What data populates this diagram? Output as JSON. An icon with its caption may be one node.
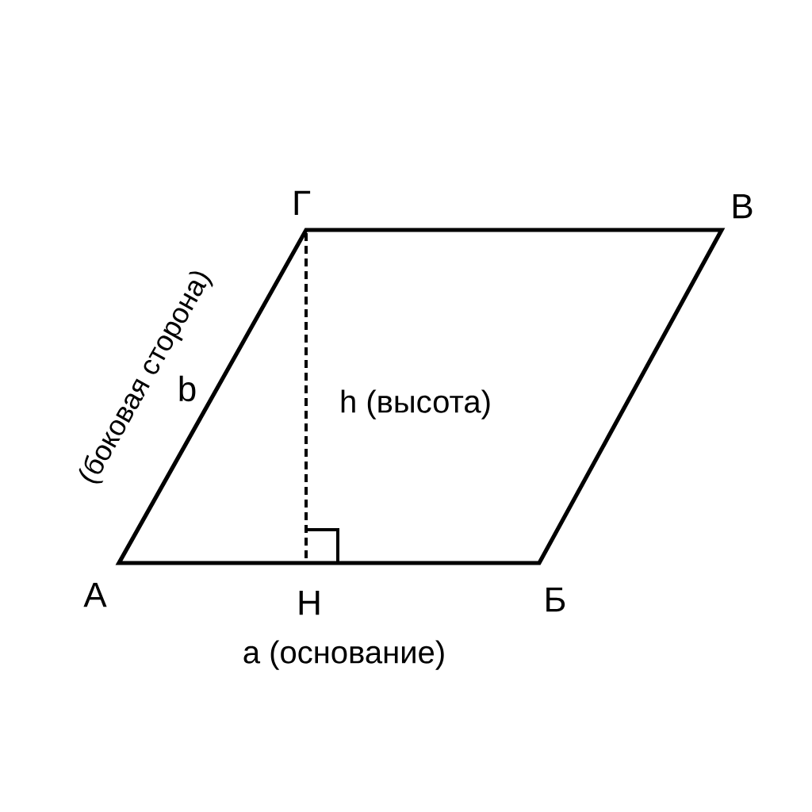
{
  "diagram": {
    "labels": [
      "Г",
      "В",
      "(боковая сторона)",
      "b",
      "h (высота)",
      "А",
      "Н",
      "Б",
      "a (основание)"
    ]
  }
}
